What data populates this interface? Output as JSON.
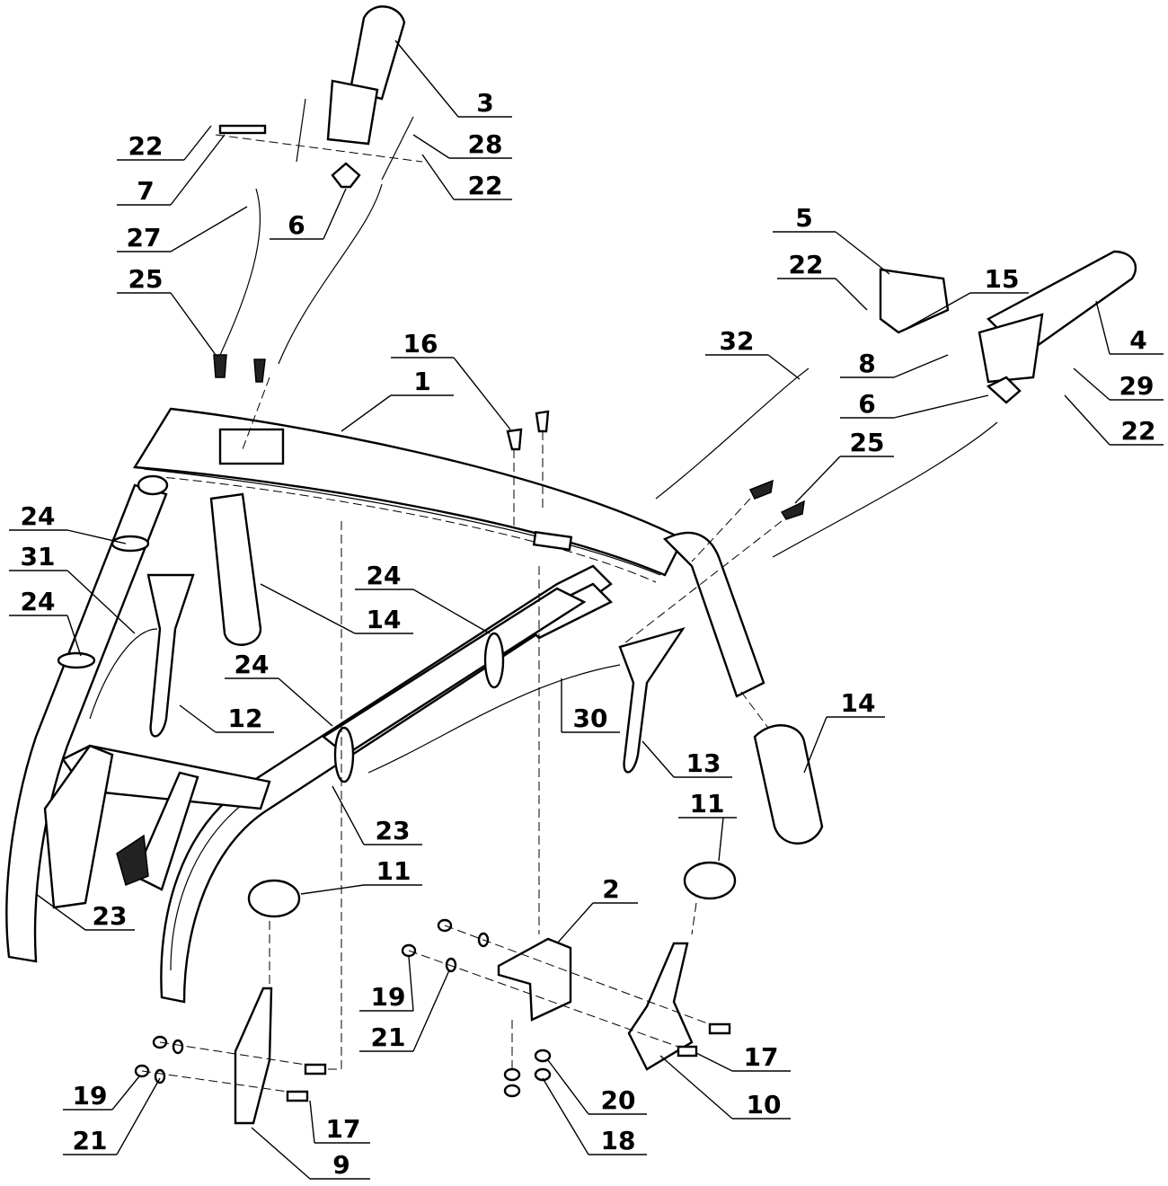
{
  "callouts": [
    {
      "id": "c3",
      "label": "3"
    },
    {
      "id": "c22a",
      "label": "22"
    },
    {
      "id": "c28",
      "label": "28"
    },
    {
      "id": "c7",
      "label": "7"
    },
    {
      "id": "c22b",
      "label": "22"
    },
    {
      "id": "c27",
      "label": "27"
    },
    {
      "id": "c6a",
      "label": "6"
    },
    {
      "id": "c25a",
      "label": "25"
    },
    {
      "id": "c5",
      "label": "5"
    },
    {
      "id": "c22c",
      "label": "22"
    },
    {
      "id": "c15",
      "label": "15"
    },
    {
      "id": "c32",
      "label": "32"
    },
    {
      "id": "c4",
      "label": "4"
    },
    {
      "id": "c8",
      "label": "8"
    },
    {
      "id": "c29",
      "label": "29"
    },
    {
      "id": "c16",
      "label": "16"
    },
    {
      "id": "c1",
      "label": "1"
    },
    {
      "id": "c6b",
      "label": "6"
    },
    {
      "id": "c22d",
      "label": "22"
    },
    {
      "id": "c25b",
      "label": "25"
    },
    {
      "id": "c24a",
      "label": "24"
    },
    {
      "id": "c31",
      "label": "31"
    },
    {
      "id": "c24b",
      "label": "24"
    },
    {
      "id": "c14a",
      "label": "14"
    },
    {
      "id": "c24c",
      "label": "24"
    },
    {
      "id": "c24d",
      "label": "24"
    },
    {
      "id": "c12",
      "label": "12"
    },
    {
      "id": "c30",
      "label": "30"
    },
    {
      "id": "c14b",
      "label": "14"
    },
    {
      "id": "c13",
      "label": "13"
    },
    {
      "id": "c23a",
      "label": "23"
    },
    {
      "id": "c11a",
      "label": "11"
    },
    {
      "id": "c11b",
      "label": "11"
    },
    {
      "id": "c23b",
      "label": "23"
    },
    {
      "id": "c2",
      "label": "2"
    },
    {
      "id": "c19a",
      "label": "19"
    },
    {
      "id": "c21a",
      "label": "21"
    },
    {
      "id": "c17a",
      "label": "17"
    },
    {
      "id": "c10",
      "label": "10"
    },
    {
      "id": "c20",
      "label": "20"
    },
    {
      "id": "c18",
      "label": "18"
    },
    {
      "id": "c19b",
      "label": "19"
    },
    {
      "id": "c21b",
      "label": "21"
    },
    {
      "id": "c17b",
      "label": "17"
    },
    {
      "id": "c9",
      "label": "9"
    }
  ]
}
